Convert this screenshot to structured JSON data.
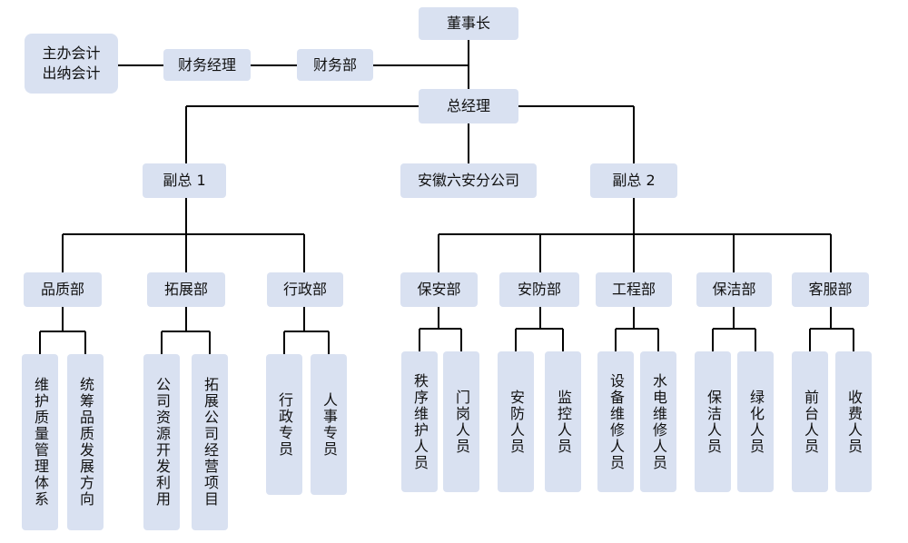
{
  "org_chart": {
    "chairman": "董事长",
    "accounting": {
      "line1": "主办会计",
      "line2": "出纳会计"
    },
    "finance_manager": "财务经理",
    "finance_dept": "财务部",
    "general_manager": "总经理",
    "vp1": "副总 1",
    "branch": "安徽六安分公司",
    "vp2": "副总 2",
    "departments": {
      "quality": "品质部",
      "expansion": "拓展部",
      "admin": "行政部",
      "security": "保安部",
      "safety": "安防部",
      "engineering": "工程部",
      "cleaning": "保洁部",
      "service": "客服部"
    },
    "staff": {
      "quality_system": "维护质量管理体系",
      "quality_direction": "统筹品质发展方向",
      "company_resources": "公司资源开发利用",
      "expansion_projects": "拓展公司经营项目",
      "admin_staff": "行政专员",
      "hr_staff": "人事专员",
      "order_staff": "秩序维护人员",
      "gate_staff": "门岗人员",
      "safety_staff": "安防人员",
      "monitor_staff": "监控人员",
      "equipment_staff": "设备维修人员",
      "utility_staff": "水电维修人员",
      "cleaning_staff": "保洁人员",
      "greening_staff": "绿化人员",
      "reception_staff": "前台人员",
      "billing_staff": "收费人员"
    }
  },
  "colors": {
    "box": "#d9e1f1",
    "line": "#000000",
    "text": "#111111"
  }
}
